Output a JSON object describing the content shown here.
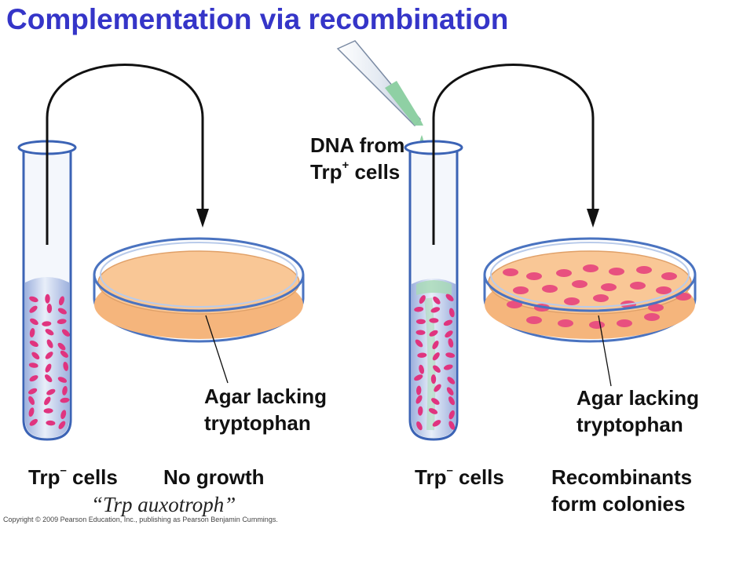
{
  "title": "Complementation via recombination",
  "left_panel": {
    "agar_label_line1": "Agar lacking",
    "agar_label_line2": "tryptophan",
    "cells_prefix": "Trp",
    "cells_sign": "–",
    "cells_suffix": " cells",
    "result": "No growth",
    "note": "“Trp auxotroph”"
  },
  "right_panel": {
    "dna_line1": "DNA from",
    "dna_line2_prefix": "Trp",
    "dna_line2_sign": "+",
    "dna_line2_suffix": " cells",
    "agar_label_line1": "Agar lacking",
    "agar_label_line2": "tryptophan",
    "cells_prefix": "Trp",
    "cells_sign": "–",
    "cells_suffix": " cells",
    "result_line1": "Recombinants",
    "result_line2": "form colonies"
  },
  "copyright": "Copyright © 2009 Pearson Education, Inc., publishing as Pearson Benjamin Cummings.",
  "colors": {
    "title": "#3535c8",
    "agar": "#f9c796",
    "cells": "#e0347f",
    "colonies": "#e8507f",
    "dna_drops": "#8fd0a4",
    "tube_liquid": "#c6d4ef"
  }
}
